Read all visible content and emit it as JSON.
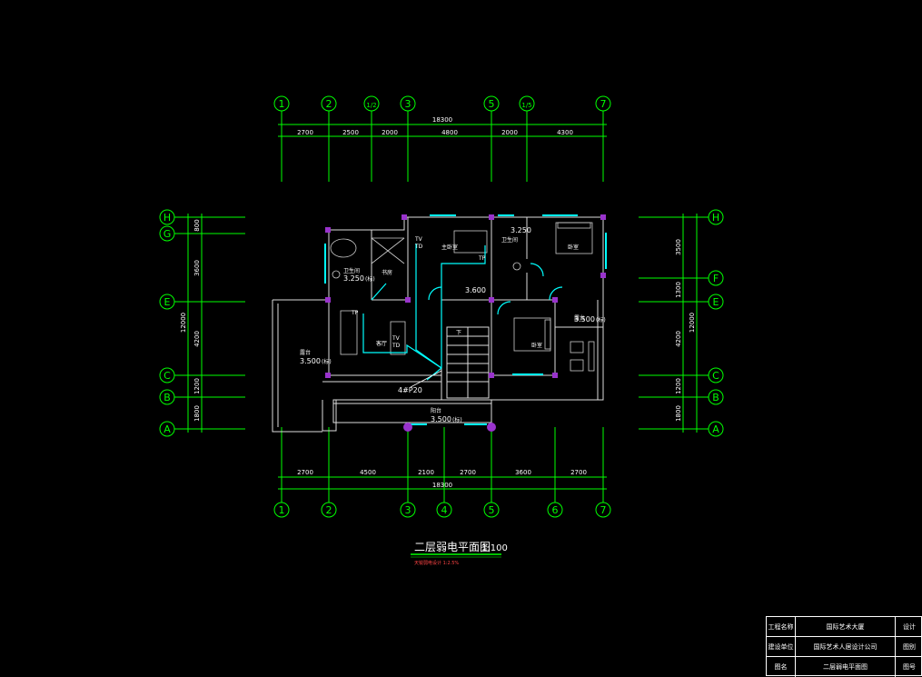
{
  "drawing": {
    "title": "二层弱电平面图",
    "scale": "1:100",
    "subtitle": "天锐弱电设计 1:2.5%"
  },
  "axes": {
    "top": [
      "1",
      "2",
      "1/2",
      "3",
      "5",
      "1/5",
      "7"
    ],
    "bottom": [
      "1",
      "2",
      "3",
      "4",
      "5",
      "6",
      "7"
    ],
    "left": [
      "H",
      "G",
      "E",
      "C",
      "B",
      "A"
    ],
    "right": [
      "H",
      "F",
      "E",
      "C",
      "B",
      "A"
    ]
  },
  "dimensions": {
    "top_total": "18300",
    "top_segments": [
      "2700",
      "2500",
      "2000",
      "4800",
      "2000",
      "4300"
    ],
    "bottom_total": "18300",
    "bottom_segments": [
      "2700",
      "4500",
      "2100",
      "2700",
      "3600",
      "2700"
    ],
    "left_segments": [
      "800",
      "3600",
      "4200",
      "1200",
      "1800"
    ],
    "left_total": "12000",
    "right_segments": [
      "3500",
      "1300",
      "4200",
      "1200",
      "1800"
    ],
    "right_total": "12000"
  },
  "rooms": {
    "master_bed": "主卧室",
    "bed_ne": "卧室",
    "bed_mid": "卧室",
    "study": "书房",
    "living": "客厅",
    "bath_nw": "卫生间",
    "bath_ne": "卫生间",
    "terrace_w": "露台",
    "terrace_e": "露台",
    "balcony_s": "阳台",
    "stair": "下"
  },
  "levels": {
    "bath_nw": "3.250",
    "bath_nw_note": "(标)",
    "bath_ne": "3.250",
    "hall": "3.600",
    "terrace_w": "3.500",
    "terrace_w_note": "(标)",
    "terrace_e": "3.500",
    "terrace_e_note": "(标)",
    "balcony_s": "3.500",
    "balcony_s_note": "(标)"
  },
  "devices": {
    "tv": "TV",
    "td": "TD",
    "tp": "TP",
    "panel": "4#P20"
  },
  "title_block": {
    "rows": [
      {
        "label": "工程名称",
        "value": "国际艺术大厦",
        "tag": "设计"
      },
      {
        "label": "建设单位",
        "value": "国际艺术人居设计公司",
        "tag": "图别"
      },
      {
        "label": "图名",
        "value": "二层弱电平面图",
        "tag": "图号"
      }
    ]
  },
  "colors": {
    "axis": "#00ff00",
    "wall": "#ffffff",
    "window": "#00ffff",
    "column": "#9933cc",
    "annotation": "#ff4444"
  }
}
